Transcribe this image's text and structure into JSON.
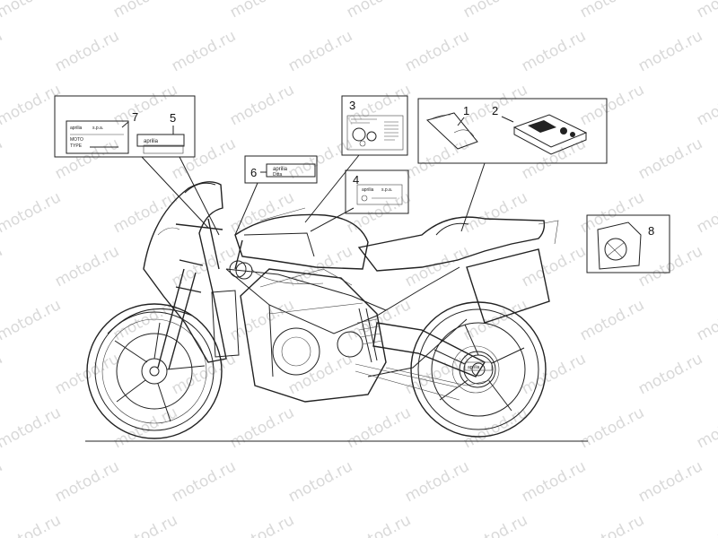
{
  "watermark": "motod.ru",
  "callouts": [
    {
      "id": "1",
      "label": "1"
    },
    {
      "id": "2",
      "label": "2"
    },
    {
      "id": "3",
      "label": "3"
    },
    {
      "id": "4",
      "label": "4"
    },
    {
      "id": "5",
      "label": "5"
    },
    {
      "id": "6",
      "label": "6"
    },
    {
      "id": "7",
      "label": "7"
    },
    {
      "id": "8",
      "label": "8"
    }
  ],
  "decals": {
    "plate7": {
      "brand": "aprilia",
      "suffix": "s.p.a.",
      "model": "MOTO",
      "type": "TYPE"
    },
    "decal5": {
      "brand": "aprilia"
    },
    "decal6": {
      "brand": "aprilia",
      "sub": "Ditta"
    },
    "decal4": {
      "brand": "aprilia",
      "suffix": "s.p.a."
    },
    "wheel": {
      "brand": "aprilia"
    }
  }
}
